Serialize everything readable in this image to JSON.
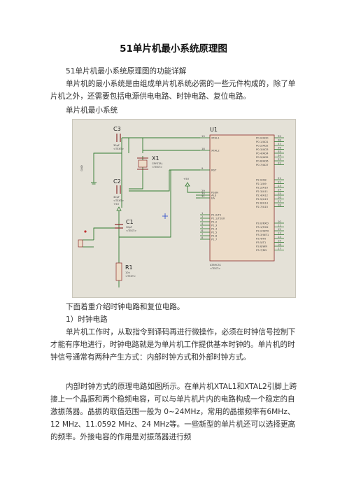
{
  "document": {
    "title": "51单片机最小系统原理图",
    "intro_heading": "51单片机最小系统原理图的功能详解",
    "intro_paragraph": "单片机的最小系统是由组成单片机系统必需的一些元件构成的，除了单片机之外，还需要包括电源供电电路、时钟电路、复位电路。",
    "figure_caption": "单片机最小系统",
    "after_figure": "下面着重介绍时钟电路和复位电路。",
    "section_heading": "1）时钟电路",
    "paragraph_1": "单片机工作时，从取指令到译码再进行微操作，必须在时钟信号控制下才能有序地进行，时钟电路就是为单片机工作提供基本时钟的。单片机的时钟信号通常有两种产生方式：内部时钟方式和外部时钟方式。",
    "paragraph_2": "内部时钟方式的原理电路如图所示。在单片机XTAL1和XTAL2引脚上跨接上一个晶振和两个稳频电容，可以与单片机片内的电路构成一个稳定的自激振荡器。晶振的取值范围一般为 0~24MHz，常用的晶振频率有6MHz、12 MHz、11.0592 MHz、24 MHz等。一些新型的单片机还可以选择更高的频率。外接电容的作用是对振荡器进行频"
  },
  "schematic": {
    "chip_ref": "U1",
    "chip_part": "AT89C51",
    "chip_text": "<TEXT>",
    "left_pins": [
      {
        "num": "19",
        "name": "XTAL1"
      },
      {
        "num": "18",
        "name": "XTAL2"
      },
      {
        "num": "9",
        "name": "RST"
      },
      {
        "num": "29",
        "name": "PSEN"
      },
      {
        "num": "30",
        "name": "ALE"
      },
      {
        "num": "31",
        "name": "EA"
      },
      {
        "num": "1",
        "name": "P1.0/T2"
      },
      {
        "num": "2",
        "name": "P1.1/T2EX"
      },
      {
        "num": "3",
        "name": "P1.2"
      },
      {
        "num": "4",
        "name": "P1.3"
      },
      {
        "num": "5",
        "name": "P1.4"
      },
      {
        "num": "6",
        "name": "P1.5"
      },
      {
        "num": "7",
        "name": "P1.6"
      },
      {
        "num": "8",
        "name": "P1.7"
      }
    ],
    "right_pins": [
      {
        "num": "39",
        "name": "P0.0/AD0"
      },
      {
        "num": "38",
        "name": "P0.1/AD1"
      },
      {
        "num": "37",
        "name": "P0.2/AD2"
      },
      {
        "num": "36",
        "name": "P0.3/AD3"
      },
      {
        "num": "35",
        "name": "P0.4/AD4"
      },
      {
        "num": "34",
        "name": "P0.5/AD5"
      },
      {
        "num": "33",
        "name": "P0.6/AD6"
      },
      {
        "num": "32",
        "name": "P0.7/AD7"
      },
      {
        "num": "21",
        "name": "P2.0/A8"
      },
      {
        "num": "22",
        "name": "P2.1/A9"
      },
      {
        "num": "23",
        "name": "P2.2/A10"
      },
      {
        "num": "24",
        "name": "P2.3/A11"
      },
      {
        "num": "25",
        "name": "P2.4/A12"
      },
      {
        "num": "26",
        "name": "P2.5/A13"
      },
      {
        "num": "27",
        "name": "P2.6/A14"
      },
      {
        "num": "28",
        "name": "P2.7/A15"
      },
      {
        "num": "10",
        "name": "P3.0/RXD"
      },
      {
        "num": "11",
        "name": "P3.1/TXD"
      },
      {
        "num": "12",
        "name": "P3.2/INT0"
      },
      {
        "num": "13",
        "name": "P3.3/INT1"
      },
      {
        "num": "14",
        "name": "P3.4/T0"
      },
      {
        "num": "15",
        "name": "P3.5/T1"
      },
      {
        "num": "16",
        "name": "P3.6/WR"
      },
      {
        "num": "17",
        "name": "P3.7/RD"
      }
    ],
    "c3_ref": "C3",
    "c3_value": "30pF",
    "c3_text": "<TEXT>",
    "c2_ref": "C2",
    "c2_value": "30pF",
    "c2_text": "<TEXT>",
    "c1_ref": "C1",
    "c1_value": "30pF",
    "c1_text": "<TEXT>",
    "x1_ref": "X1",
    "x1_part": "CRYSTAL",
    "x1_text": "<TEXT>",
    "r1_ref": "R1",
    "r1_value": "10k",
    "r1_text": "<TEXT>",
    "gnd_label": "GND",
    "vcc_label_1": "+5V",
    "vcc_label_2": "+5V"
  }
}
